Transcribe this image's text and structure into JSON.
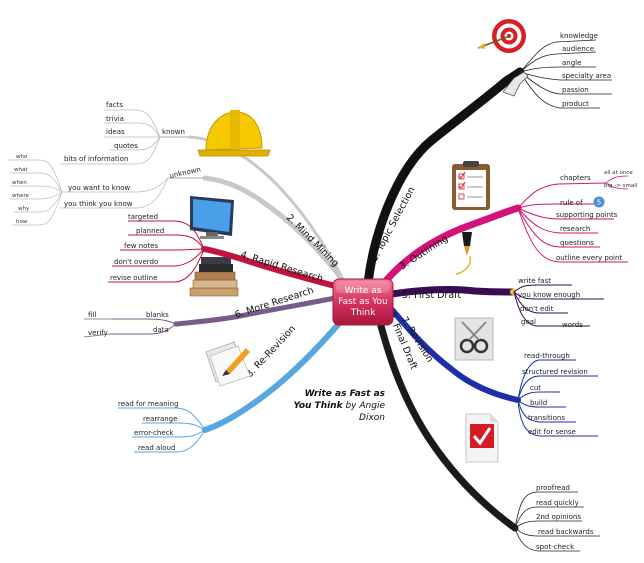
{
  "center": {
    "lines": [
      "Write as",
      "Fast as You",
      "Think"
    ]
  },
  "caption": {
    "title_line1": "Write as Fast as",
    "title_line2": "You Think",
    "by": "by",
    "author_line1": "Angie",
    "author_line2": "Dixon"
  },
  "colors": {
    "topic": "#111111",
    "outlining": "#d4127a",
    "first_draft": "#3a0a52",
    "revision": "#1d2fa8",
    "final_draft": "#1a1a1a",
    "re_revision": "#58a6df",
    "more_research": "#7a5a8c",
    "rapid_research": "#c0143c",
    "mind_mining": "#c8c8c8",
    "center": "#d6335f"
  },
  "branches": {
    "topic_selection": {
      "label": "1. Topic Selection",
      "icon": "target-icon",
      "items": [
        "knowledge",
        "audience",
        "angle",
        "specialty area",
        "passion",
        "product"
      ]
    },
    "outlining": {
      "label": "3. Outlining",
      "icon": "clipboard-checklist-icon",
      "items": [
        {
          "text": "chapters",
          "children": [
            "all at once",
            "big -> small"
          ]
        },
        {
          "text": "rule of",
          "badge": "5"
        },
        {
          "text": "supporting points"
        },
        {
          "text": "research"
        },
        {
          "text": "questions"
        },
        {
          "text": "outline every point"
        }
      ]
    },
    "first_draft": {
      "label": "5. First Draft",
      "icon": "fountain-pen-icon",
      "items": [
        {
          "text": "write fast"
        },
        {
          "text": "you know enough"
        },
        {
          "text": "don't edit"
        },
        {
          "text": "goal",
          "children": [
            "words"
          ]
        }
      ]
    },
    "revision": {
      "label": "7. Revision",
      "icon": "scissors-icon",
      "items": [
        "read-through",
        "structured revision",
        "cut",
        "build",
        "transitions",
        "edit for sense"
      ]
    },
    "final_draft": {
      "label": "9. Final Draft",
      "icon": "checkmark-document-icon",
      "items": [
        "proofread",
        "read quickly",
        "2nd opinions",
        "read backwards",
        "spot-check"
      ]
    },
    "re_revision": {
      "label": "8. Re-Revision",
      "icon": "pencil-paper-icon",
      "items": [
        "read for meaning",
        "rearrange",
        "error-check",
        "read aloud"
      ]
    },
    "more_research": {
      "label": "6. More Research",
      "icon": "books-icon",
      "items": [
        {
          "text": "blanks",
          "children": [
            "fill"
          ]
        },
        {
          "text": "data",
          "children": [
            "verify"
          ]
        }
      ]
    },
    "rapid_research": {
      "label": "4. Rapid Research",
      "icon": "computer-monitor-icon",
      "items": [
        "targeted",
        "planned",
        "few notes",
        "don't overdo",
        "revise outline"
      ]
    },
    "mind_mining": {
      "label": "2. Mind Mining",
      "icon": "hard-hat-icon",
      "items": [
        {
          "text": "known",
          "children": [
            "facts",
            "trivia",
            "ideas",
            "quotes",
            "bits of information"
          ]
        },
        {
          "text": "unknown",
          "children": [
            {
              "text": "you want to know",
              "children": [
                "who",
                "what",
                "when",
                "where",
                "why",
                "how"
              ]
            },
            {
              "text": "you think you know"
            }
          ]
        }
      ]
    }
  }
}
